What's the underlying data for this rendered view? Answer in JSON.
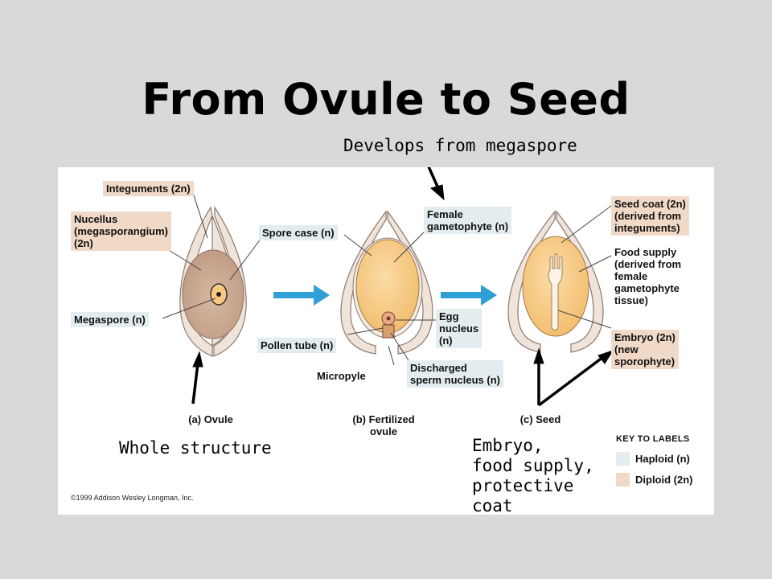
{
  "title": "From Ovule to Seed",
  "annotations": {
    "develops_from": "Develops from megaspore",
    "whole_structure": "Whole structure",
    "embryo_note": [
      "Embryo,",
      "food supply,",
      "protective",
      "coat"
    ]
  },
  "figure": {
    "labels": {
      "integuments": "Integuments (2n)",
      "nucellus": [
        "Nucellus",
        "(megasporangium)",
        "(2n)"
      ],
      "megaspore": "Megaspore (n)",
      "spore_case": "Spore case (n)",
      "pollen_tube": "Pollen tube (n)",
      "female_gametophyte": [
        "Female",
        "gametophyte (n)"
      ],
      "egg_nucleus": [
        "Egg",
        "nucleus",
        "(n)"
      ],
      "micropyle": "Micropyle",
      "discharged_sperm": [
        "Discharged",
        "sperm nucleus (n)"
      ],
      "seed_coat": [
        "Seed coat (2n)",
        "(derived from",
        "integuments)"
      ],
      "food_supply": [
        "Food supply",
        "(derived from",
        "female",
        "gametophyte",
        "tissue)"
      ],
      "embryo": [
        "Embryo (2n)",
        "(new",
        "sporophyte)"
      ]
    },
    "captions": {
      "ovule": "(a) Ovule",
      "fertilized": [
        "(b) Fertilized",
        "ovule"
      ],
      "seed": "(c) Seed"
    },
    "key": {
      "title": "KEY TO LABELS",
      "haploid": "Haploid (n)",
      "diploid": "Diploid (2n)"
    },
    "copyright": "©1999 Addison Wesley Longman, Inc."
  },
  "colors": {
    "background": "#d9d9d9",
    "panel": "#ffffff",
    "diploid_label": "#f1d9c7",
    "haploid_label": "#e3edf0",
    "arrow_blue": "#2f9fd8",
    "integument": "#efe3da",
    "nucellus": "#c9a58e",
    "gametophyte": "#f7c983"
  }
}
